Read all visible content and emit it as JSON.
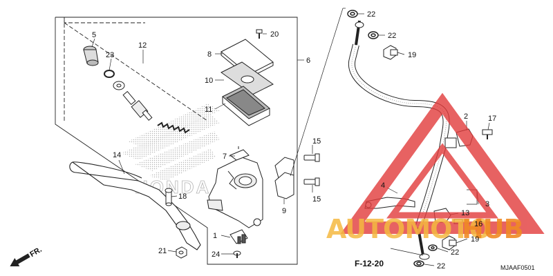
{
  "diagram": {
    "part_labels": [
      "1",
      "2",
      "3",
      "4",
      "5",
      "6",
      "7",
      "8",
      "9",
      "10",
      "11",
      "12",
      "13",
      "14",
      "15",
      "16",
      "17",
      "18",
      "19",
      "20",
      "21",
      "22",
      "23",
      "24"
    ],
    "reference": "F-12-20",
    "diagram_code": "MJAAF0501",
    "front_indicator": "FR.",
    "brand_mark": "HONDA"
  },
  "watermark": {
    "text_part1": "AUTOMOTO",
    "text_part2": "HUB",
    "colors": {
      "part1": "#f5b941",
      "part2": "#f08a24",
      "triangle": "#e23b3b"
    }
  },
  "labels": {
    "l1": "1",
    "l2": "2",
    "l3": "3",
    "l4": "4",
    "l5": "5",
    "l6": "6",
    "l7": "7",
    "l8": "8",
    "l9": "9",
    "l10": "10",
    "l11": "11",
    "l12": "12",
    "l13": "13",
    "l14": "14",
    "l15a": "15",
    "l15b": "15",
    "l16": "16",
    "l17": "17",
    "l18": "18",
    "l19a": "19",
    "l19b": "19",
    "l20": "20",
    "l21": "21",
    "l22a": "22",
    "l22b": "22",
    "l22c": "22",
    "l22d": "22",
    "l23": "23",
    "l24": "24"
  }
}
